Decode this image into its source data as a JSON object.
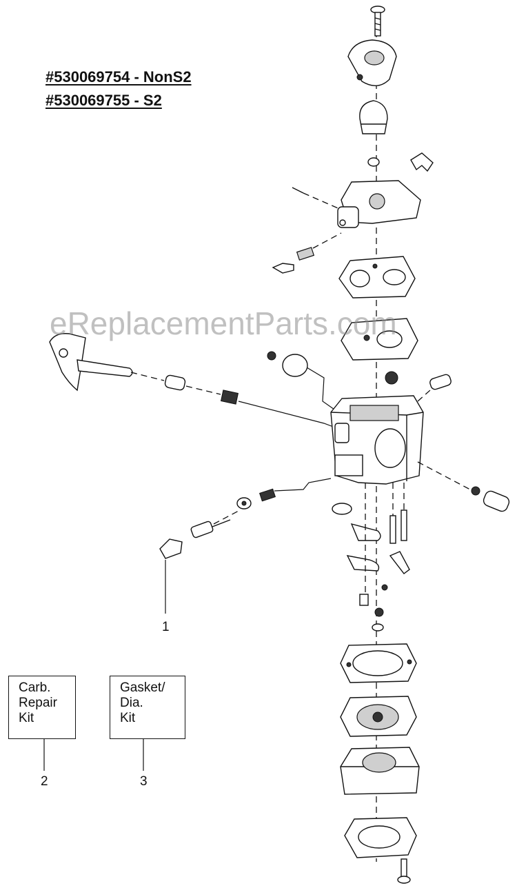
{
  "header": {
    "line1": "#530069754 - NonS2",
    "line2": "#530069755 - S2"
  },
  "watermark": "eReplacementParts.com",
  "kits": [
    {
      "lines": [
        "Carb.",
        "Repair",
        "Kit"
      ],
      "callout": "2"
    },
    {
      "lines": [
        "Gasket/",
        "Dia.",
        "Kit"
      ],
      "callout": "3"
    }
  ],
  "callouts": {
    "primer_part": "1"
  }
}
